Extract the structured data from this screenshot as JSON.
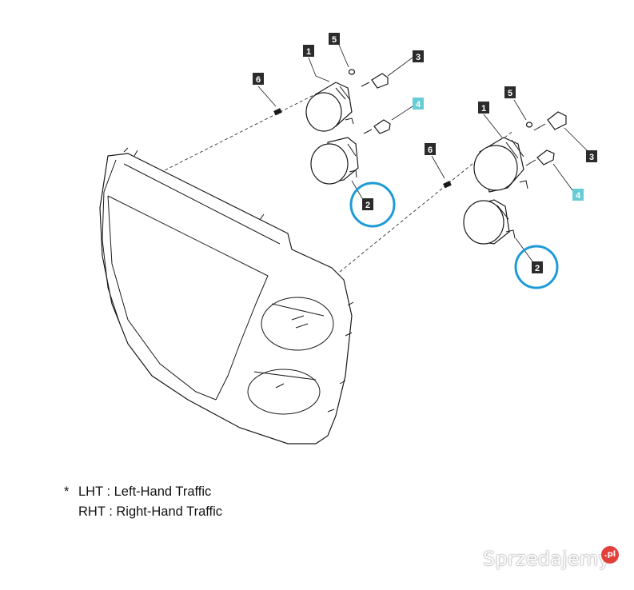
{
  "callouts": {
    "left_1": "1",
    "left_5": "5",
    "left_3": "3",
    "left_6": "6",
    "left_4": "4",
    "left_2": "2",
    "right_5": "5",
    "right_1": "1",
    "right_6": "6",
    "right_3": "3",
    "right_4": "4",
    "right_2": "2"
  },
  "colors": {
    "highlight_ring": "#1e9bd7",
    "callout_dark": "#2b2b2b",
    "callout_cyan": "#66cdd6",
    "watermark_badge": "#e3403b"
  },
  "legend": {
    "marker": "*",
    "lht": "LHT : Left-Hand Traffic",
    "rht": "RHT : Right-Hand Traffic"
  },
  "watermark": {
    "text": "Sprzedajemy",
    "badge": ".pl"
  }
}
